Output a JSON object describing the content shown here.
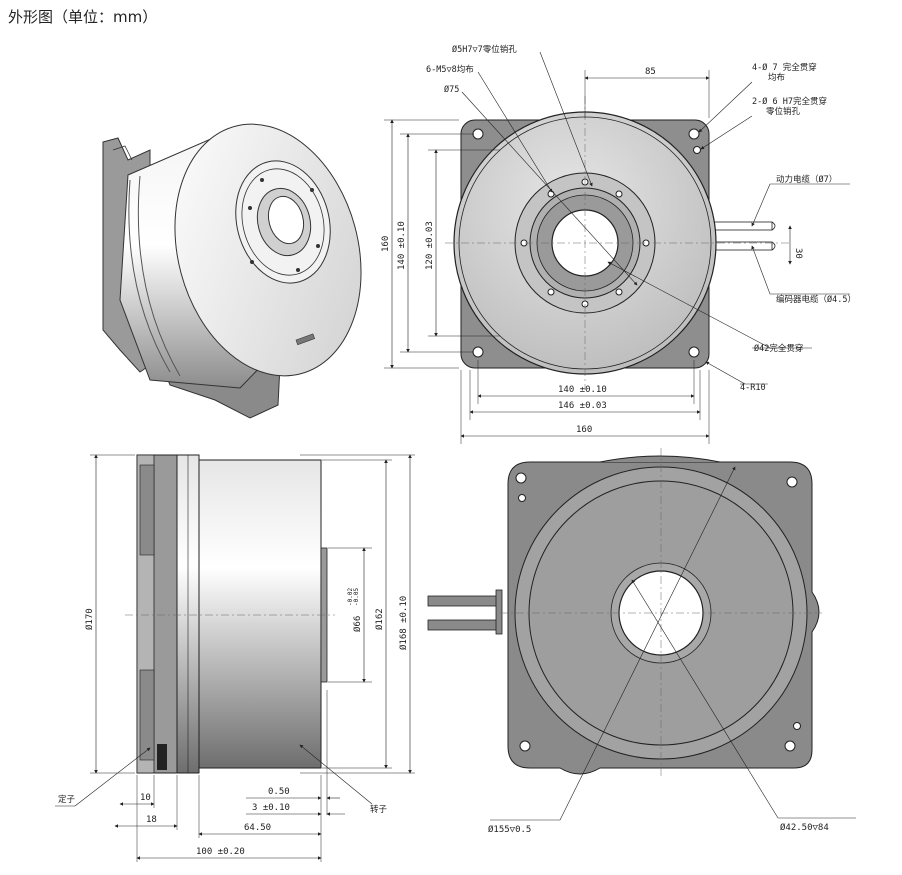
{
  "title": "外形图（单位：mm）",
  "front_view": {
    "leaders": {
      "pin_hole": "Ø5H7▽7零位销孔",
      "m5_holes": "6-M5▽8均布",
      "d75": "Ø75",
      "through_holes": [
        "4-Ø 7 完全贯穿",
        "均布"
      ],
      "pin_holes": [
        "2-Ø 6 H7完全贯穿",
        "零位销孔"
      ],
      "power_cable": "动力电缆（Ø7）",
      "encoder_cable": "编码器电缆（Ø4.5）",
      "bore": "Ø42完全贯穿",
      "corner_radius": "4-R10"
    },
    "dims": {
      "top": "85",
      "cable_gap": "30",
      "h_inner": "140 ±0.10",
      "h_mid": "146 ±0.03",
      "h_outer": "160",
      "v_outer": "160",
      "v_mid": "140 ±0.10",
      "v_inner": "120 ±0.03"
    }
  },
  "side_view": {
    "dims": {
      "d170": "Ø170",
      "d66": "Ø66",
      "d66_tol": [
        "-0.02",
        "-0.05"
      ],
      "d162": "Ø162",
      "d168": "Ø168 ±0.10",
      "gap": "0.50",
      "w3": "3 ±0.10",
      "w10": "10",
      "w18": "18",
      "w64": "64.50",
      "w100": "100 ±0.20"
    },
    "labels": {
      "stator": "定子",
      "rotor": "转子"
    }
  },
  "back_view": {
    "labels": {
      "d155": "Ø155▽0.5",
      "d42": "Ø42.50▽84"
    }
  }
}
